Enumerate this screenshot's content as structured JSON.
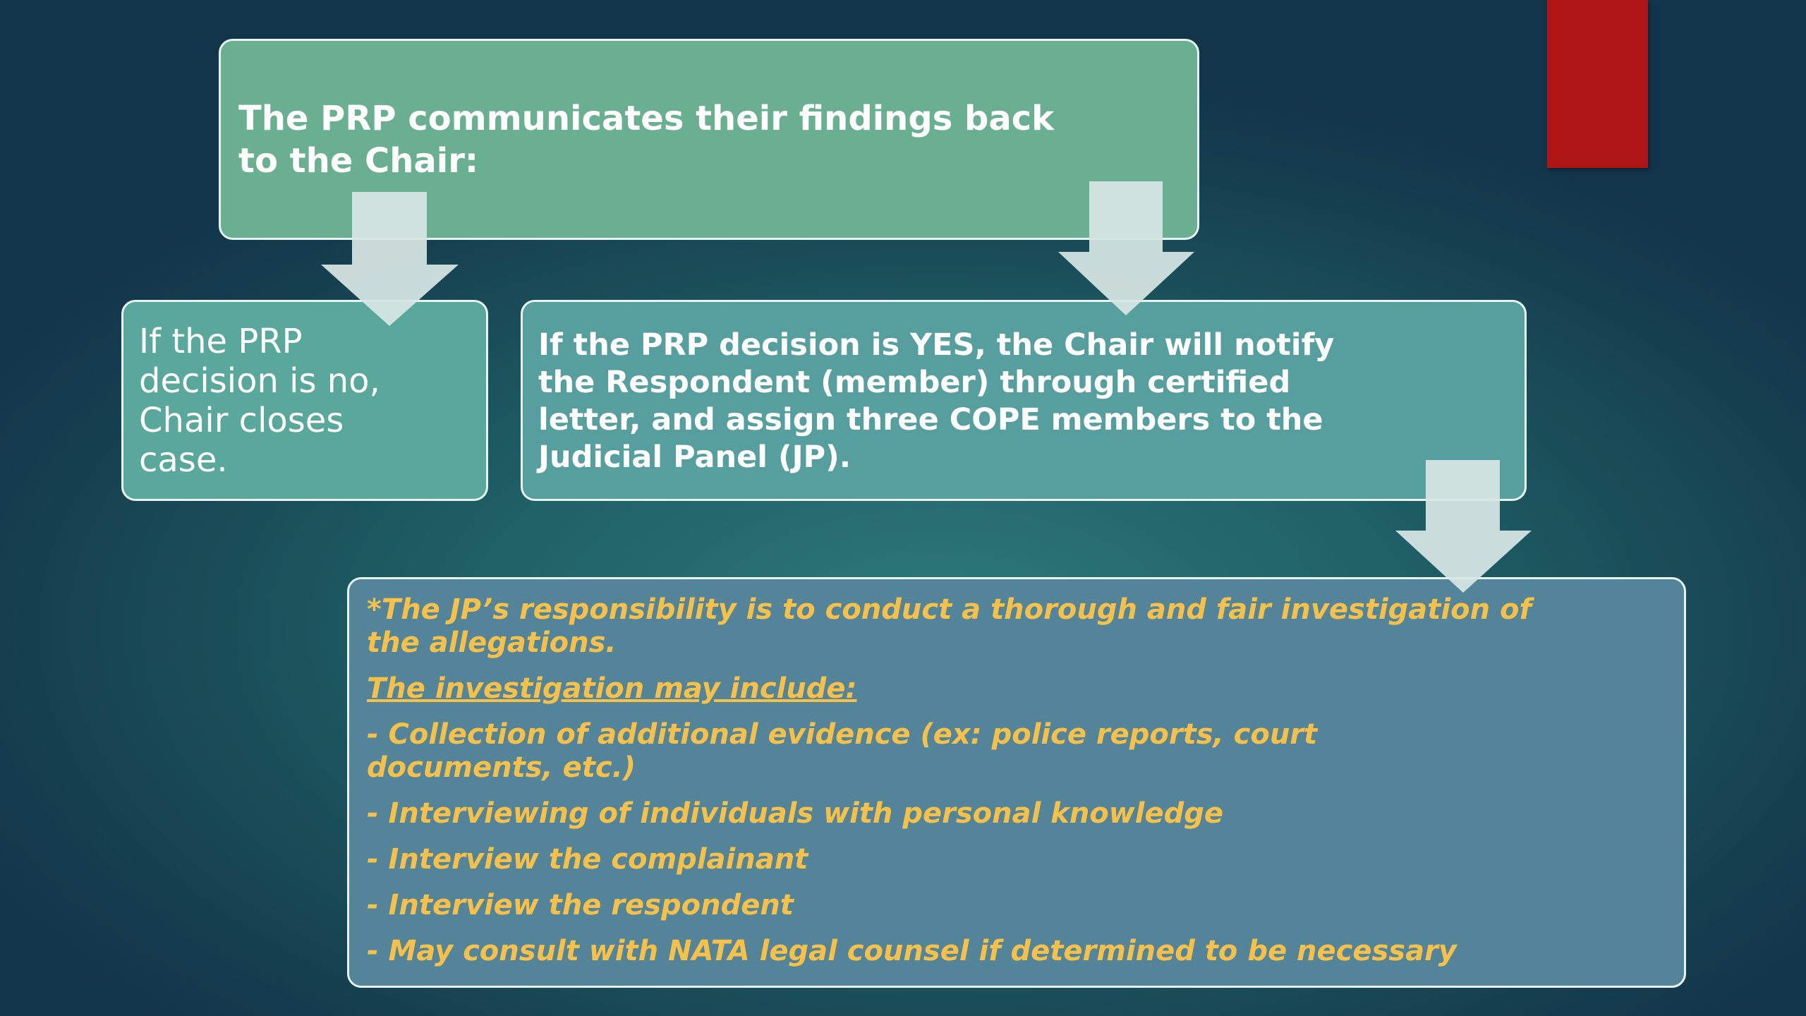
{
  "colors": {
    "accent_bar": "#b01516",
    "box_top": "#6aaf91",
    "box_no": "#5aa79c",
    "box_yes": "#579f9f",
    "box_jp": "#54849a",
    "jp_text": "#f6c14a",
    "arrow": "#d7e6e4"
  },
  "diagram": {
    "findings": {
      "text": "The PRP communicates their findings back\nto the Chair:"
    },
    "no_branch": {
      "text": "If the PRP\ndecision is no,\nChair closes\ncase."
    },
    "yes_branch": {
      "text": "If the PRP decision is YES, the Chair will notify\nthe Respondent (member) through certified\nletter, and assign three COPE members to the\nJudicial Panel (JP)."
    },
    "investigation": {
      "responsibility": "*The JP’s responsibility is to conduct a thorough and fair investigation of\nthe allegations.",
      "heading": "The investigation may include:",
      "items": [
        "- Collection of additional evidence (ex: police reports, court\ndocuments, etc.)",
        "- Interviewing of individuals with personal knowledge",
        "- Interview the complainant",
        "- Interview the respondent",
        "- May consult with NATA legal counsel if determined to be necessary"
      ]
    }
  }
}
